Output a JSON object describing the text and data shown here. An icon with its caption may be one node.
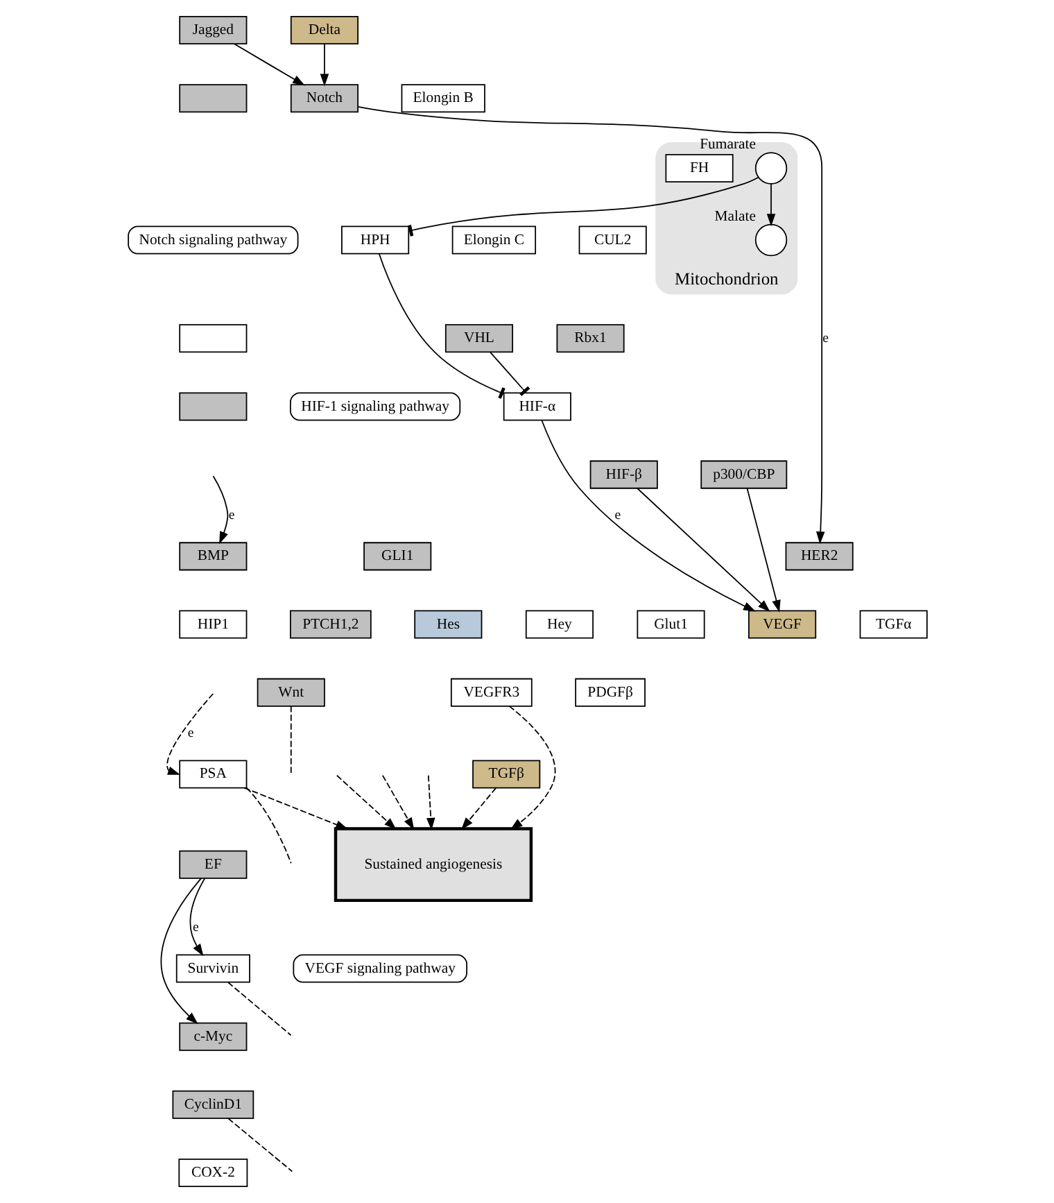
{
  "diagram": {
    "nodes": [
      {
        "text": [
          "Jagged"
        ]
      },
      {
        "text": [
          "Delta"
        ]
      },
      {
        "text": [
          "Notch"
        ]
      },
      {
        "text": [
          "Notch signaling pathway"
        ]
      },
      {
        "text": [
          "Mitochondrion"
        ]
      },
      {
        "text": [],
        "shape": "circle",
        "beside": [
          "Fumarate"
        ],
        "in": 4
      },
      {
        "text": [
          "FH"
        ],
        "in": 4
      },
      {
        "text": [],
        "shape": "circle",
        "beside": [
          "Malate"
        ],
        "in": 4
      },
      {
        "text": [
          "HPH"
        ]
      },
      {
        "text": [
          "Elongin B"
        ]
      },
      {
        "text": [
          "Elongin C"
        ]
      },
      {
        "text": [
          "CUL2"
        ]
      },
      {
        "text": [
          "VHL"
        ]
      },
      {
        "text": [
          "Rbx1"
        ]
      },
      {
        "text": [
          "HIF-1 signaling pathway"
        ]
      },
      {
        "text": [
          "HIF-α"
        ]
      },
      {
        "text": [],
        "shape": "box"
      },
      {
        "text": [],
        "shape": "box"
      },
      {
        "text": [],
        "shape": "box"
      },
      {
        "text": [
          "HIF-β"
        ]
      },
      {
        "text": [
          "p300/CBP"
        ]
      },
      {
        "text": [
          "BMP"
        ]
      },
      {
        "text": [
          "GLI1"
        ]
      },
      {
        "text": [
          "HER2"
        ]
      },
      {
        "text": [
          "HIP1"
        ]
      },
      {
        "text": [
          "PTCH1,2"
        ]
      },
      {
        "text": [
          "Hes"
        ]
      },
      {
        "text": [
          "Hey"
        ]
      },
      {
        "text": [
          "Wnt"
        ]
      },
      {
        "text": [
          "VEGFR3"
        ]
      },
      {
        "text": [
          "Glut1"
        ]
      },
      {
        "text": [
          "VEGF"
        ]
      },
      {
        "text": [
          "TGFα"
        ]
      },
      {
        "text": [
          "PDGFβ"
        ]
      },
      {
        "text": [
          "TGFβ"
        ]
      },
      {
        "text": [
          "PSA"
        ]
      },
      {
        "text": [
          "EF"
        ]
      },
      {
        "text": [
          "Sustained angiogenesis"
        ]
      },
      {
        "text": [
          "Survivin"
        ]
      },
      {
        "text": [
          "c-Myc"
        ]
      },
      {
        "text": [
          "CyclinD1"
        ]
      },
      {
        "text": [
          "VEGF signaling pathway"
        ]
      },
      {
        "text": [
          "COX-2"
        ]
      }
    ],
    "edges": [
      {
        "from": 0,
        "to": 2,
        "arrow": "to"
      },
      {
        "from": 1,
        "to": 2,
        "arrow": "to"
      },
      {
        "from": 2,
        "to": 23,
        "arrow": "to",
        "label": "e"
      },
      {
        "from": 5,
        "to": 8,
        "arrow": "other"
      },
      {
        "from": 5,
        "to": 7,
        "arrow": "to"
      },
      {
        "from": 8,
        "to": 15,
        "arrow": "other"
      },
      {
        "from": 12,
        "to": 15,
        "arrow": "other"
      },
      {
        "from": 15,
        "to": 31,
        "arrow": "to",
        "label": "e"
      },
      {
        "from": 19,
        "to": 31,
        "arrow": "to"
      },
      {
        "from": 20,
        "to": 31,
        "arrow": "to"
      },
      {
        "from": null,
        "to": 21,
        "arrow": "to",
        "label": "e"
      },
      {
        "from": null,
        "to": 35,
        "arrow": "to",
        "label": "e",
        "style": "dashed"
      },
      {
        "from": 36,
        "to": 38,
        "arrow": "to",
        "label": "e"
      },
      {
        "from": 36,
        "to": 39,
        "arrow": "to"
      },
      {
        "from": 34,
        "to": 37,
        "arrow": "to",
        "style": "dashed"
      },
      {
        "from": 29,
        "to": 37,
        "arrow": "to",
        "style": "dashed"
      },
      {
        "from": 35,
        "to": 37,
        "arrow": "to",
        "style": "dashed"
      },
      {
        "from": null,
        "to": 37,
        "arrow": "to",
        "style": "dashed"
      },
      {
        "from": null,
        "to": 37,
        "arrow": "to",
        "style": "dashed"
      },
      {
        "from": null,
        "to": 37,
        "arrow": "to",
        "style": "dashed"
      },
      {
        "from": 28,
        "to": null,
        "arrow": "none",
        "style": "dashed"
      },
      {
        "from": 35,
        "to": null,
        "arrow": "none",
        "style": "dashed"
      },
      {
        "from": 38,
        "to": null,
        "arrow": "none",
        "style": "dashed"
      },
      {
        "from": 40,
        "to": null,
        "arrow": "none",
        "style": "dashed"
      }
    ]
  }
}
